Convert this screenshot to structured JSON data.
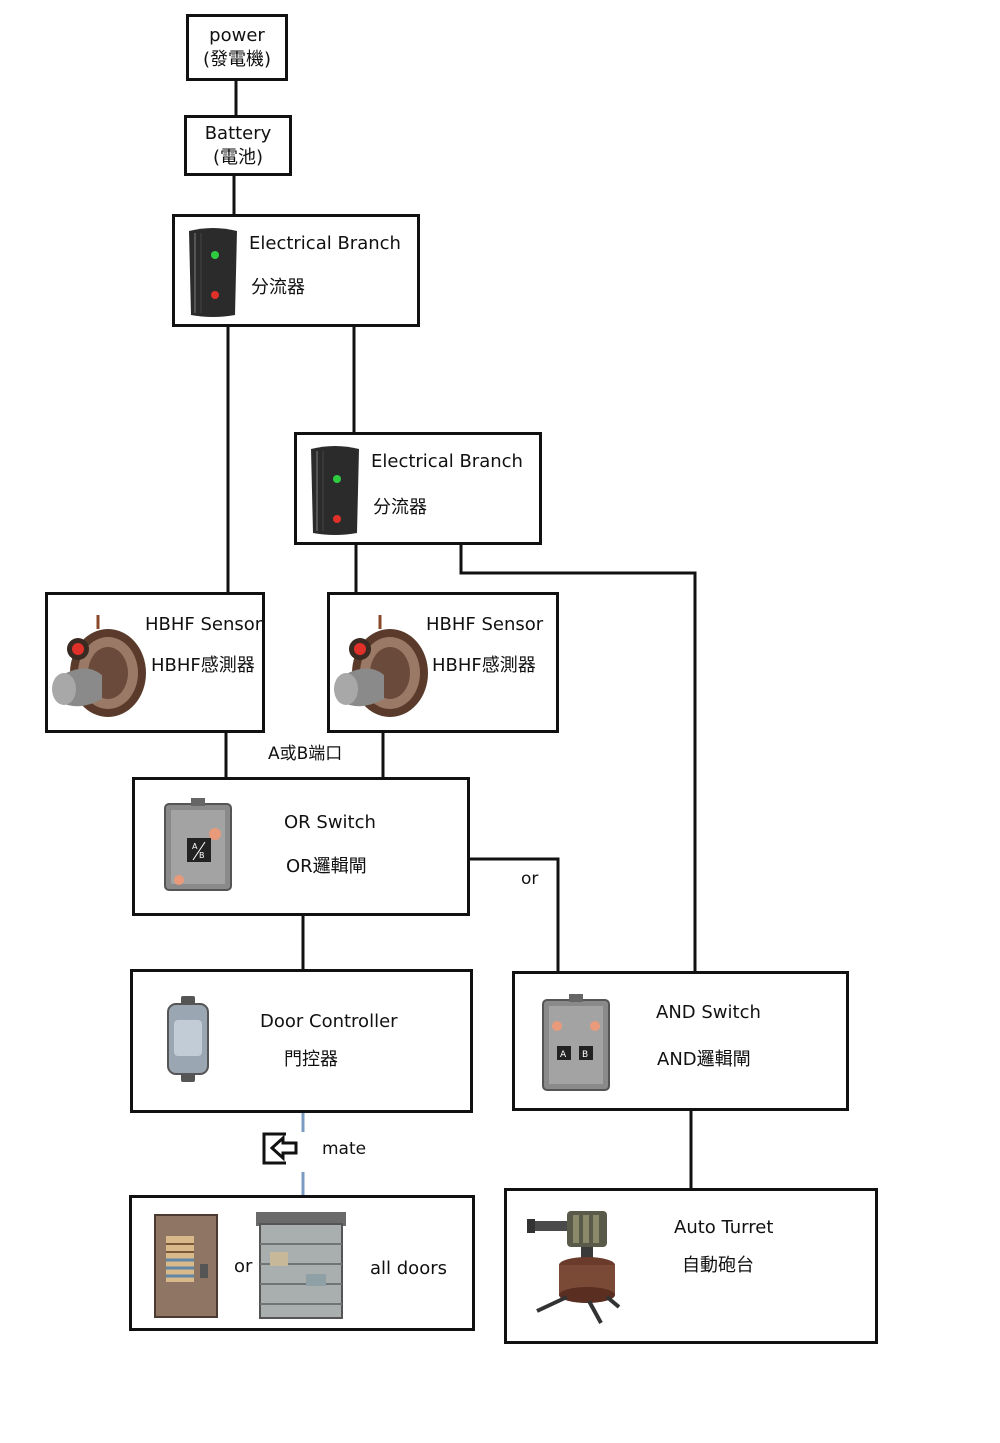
{
  "power": {
    "line1": "power",
    "line2": "(發電機)"
  },
  "battery": {
    "line1": "Battery",
    "line2": "(電池)"
  },
  "branch1": {
    "name": "Electrical Branch",
    "cn": "分流器"
  },
  "branch2": {
    "name": "Electrical Branch",
    "cn": "分流器"
  },
  "sensor1": {
    "name": "HBHF Sensor",
    "cn": "HBHF感測器"
  },
  "sensor2": {
    "name": "HBHF Sensor",
    "cn": "HBHF感測器"
  },
  "port_label": "A或B端口",
  "or_switch": {
    "name": "OR Switch",
    "cn": "OR邏輯閘"
  },
  "or_label": "or",
  "door_controller": {
    "name": "Door Controller",
    "cn": "門控器"
  },
  "and_switch": {
    "name": "AND Switch",
    "cn": "AND邏輯閘"
  },
  "mate_label": "mate",
  "doors": {
    "or_text": "or",
    "all_text": "all doors"
  },
  "turret": {
    "name": "Auto Turret",
    "cn": "自動砲台"
  },
  "colors": {
    "line": "#111111",
    "mate_dash": "#7a9cc0",
    "led_green": "#2ecc40",
    "led_red": "#e0302a"
  }
}
